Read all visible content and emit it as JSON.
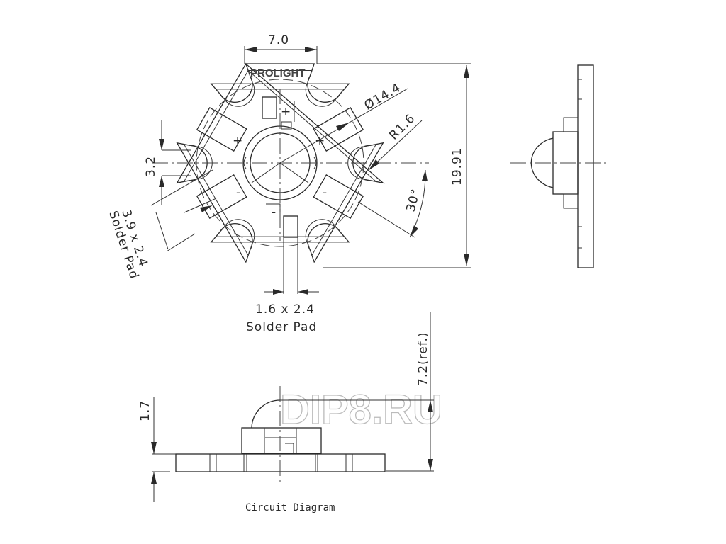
{
  "drawing": {
    "brand_logo": "PROLIGHT",
    "watermark": "DIP8.RU",
    "dimensions": {
      "width_top": "7.0",
      "diameter": "Ø14.4",
      "radius": "R1.6",
      "height_total": "19.91",
      "notch_width": "3.2",
      "angle": "30°",
      "side_pad": "3.9 x 2.4",
      "side_pad_label": "Solder Pad",
      "center_pad": "1.6 x 2.4",
      "center_pad_label": "Solder Pad",
      "board_thickness": "1.7",
      "total_height": "7.2(ref.)"
    },
    "polarity": {
      "plus": "+",
      "minus": "-"
    },
    "caption": "Circuit Diagram"
  }
}
